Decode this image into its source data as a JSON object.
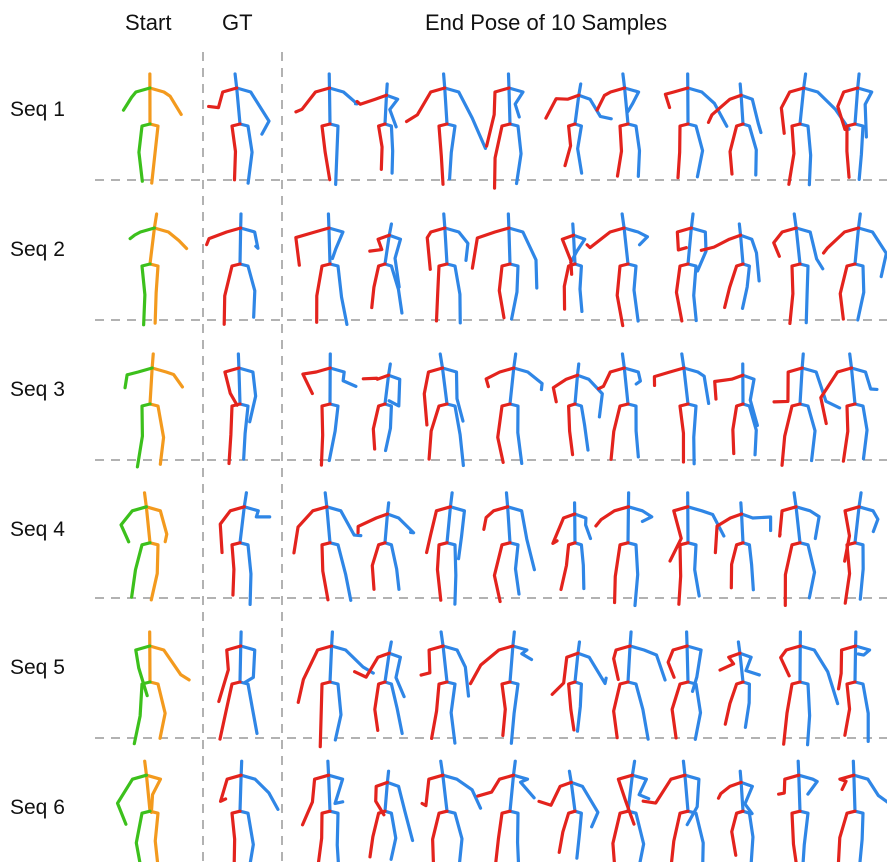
{
  "headers": {
    "start": "Start",
    "gt": "GT",
    "samples": "End Pose of 10 Samples"
  },
  "rows": [
    {
      "label": "Seq 1"
    },
    {
      "label": "Seq 2"
    },
    {
      "label": "Seq 3"
    },
    {
      "label": "Seq 4"
    },
    {
      "label": "Seq 5"
    },
    {
      "label": "Seq 6"
    }
  ],
  "colors": {
    "start_limb_a": "#3cc01c",
    "start_limb_b": "#f39a1e",
    "pose_left": "#e3231d",
    "pose_right": "#2f86e6",
    "divider": "#999999"
  },
  "samples_per_row": 10
}
